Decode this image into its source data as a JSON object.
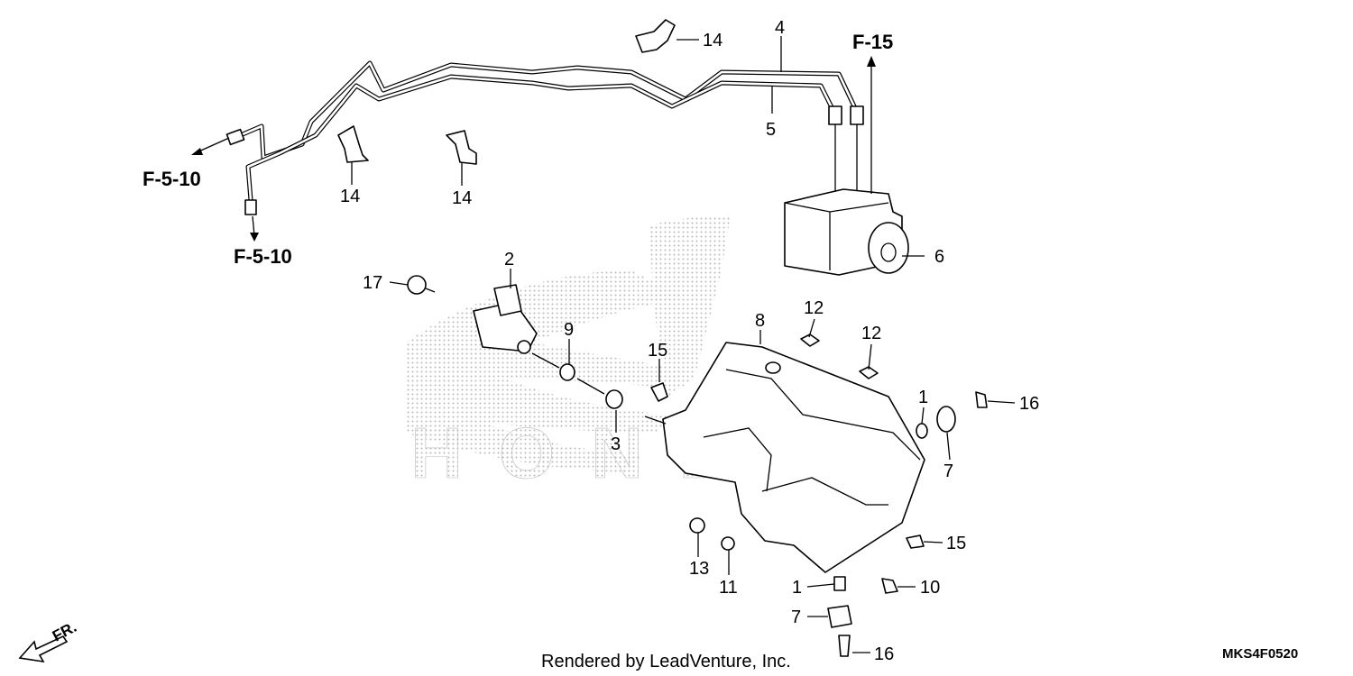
{
  "diagram": {
    "callouts": {
      "c1a": "1",
      "c1b": "1",
      "c2": "2",
      "c3": "3",
      "c4": "4",
      "c5": "5",
      "c6": "6",
      "c7a": "7",
      "c7b": "7",
      "c8": "8",
      "c9": "9",
      "c10": "10",
      "c11": "11",
      "c12a": "12",
      "c12b": "12",
      "c13": "13",
      "c14a": "14",
      "c14b": "14",
      "c14c": "14",
      "c15a": "15",
      "c15b": "15",
      "c16a": "16",
      "c16b": "16",
      "c17": "17"
    },
    "references": {
      "f15": "F-15",
      "f5_10_left": "F-5-10",
      "f5_10_bottom": "F-5-10"
    },
    "direction_label": "FR.",
    "watermark_text": "HONDA",
    "footer": {
      "rendered_by": "Rendered by LeadVenture, Inc.",
      "diagram_code": "MKS4F0520"
    }
  }
}
